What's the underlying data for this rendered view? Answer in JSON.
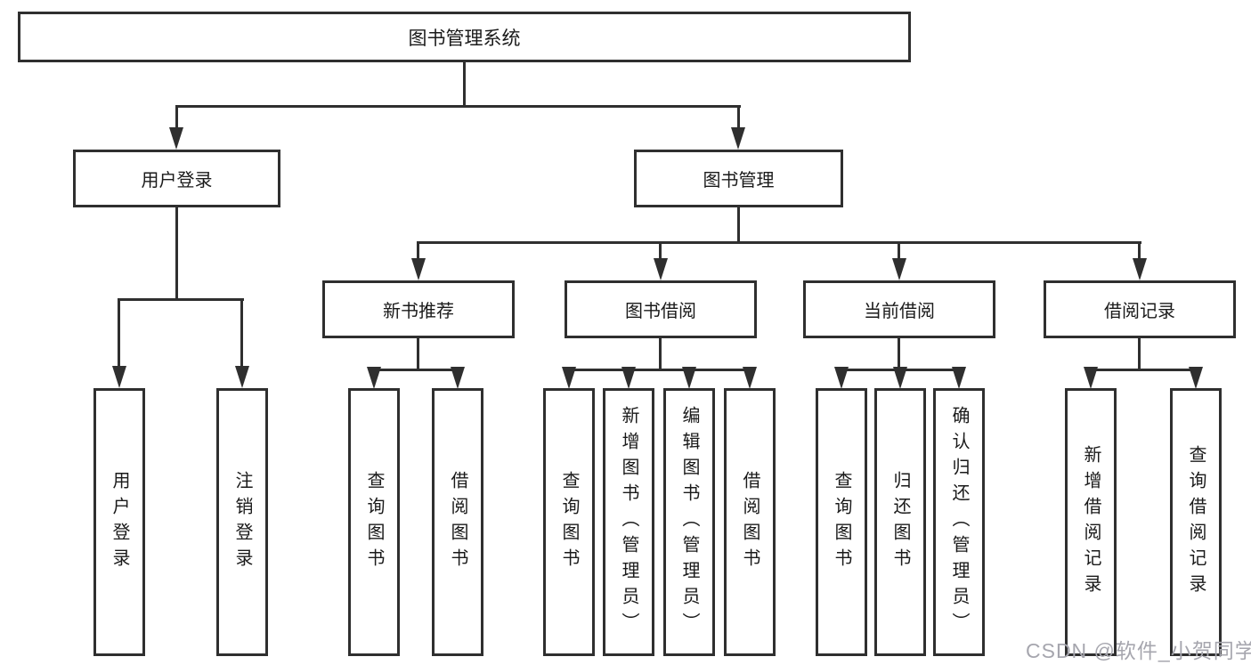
{
  "tree": {
    "root_label": "图书管理系统",
    "branches": [
      {
        "label": "用户登录",
        "children": [
          {
            "label": "用户登录"
          },
          {
            "label": "注销登录"
          }
        ]
      },
      {
        "label": "图书管理",
        "children": [
          {
            "label": "新书推荐",
            "children": [
              {
                "label": "查询图书"
              },
              {
                "label": "借阅图书"
              }
            ]
          },
          {
            "label": "图书借阅",
            "children": [
              {
                "label": "查询图书"
              },
              {
                "label": "新增图书（管理员）"
              },
              {
                "label": "编辑图书（管理员）"
              },
              {
                "label": "借阅图书"
              }
            ]
          },
          {
            "label": "当前借阅",
            "children": [
              {
                "label": "查询图书"
              },
              {
                "label": "归还图书"
              },
              {
                "label": "确认归还（管理员）"
              }
            ]
          },
          {
            "label": "借阅记录",
            "children": [
              {
                "label": "新增借阅记录"
              },
              {
                "label": "查询借阅记录"
              }
            ]
          }
        ]
      }
    ]
  },
  "watermark": "CSDN @软件_小贺同学",
  "colors": {
    "line": "#2f2f2f",
    "text": "#1a1a1a",
    "watermark": "#a6a6ae",
    "background": "#ffffff"
  }
}
